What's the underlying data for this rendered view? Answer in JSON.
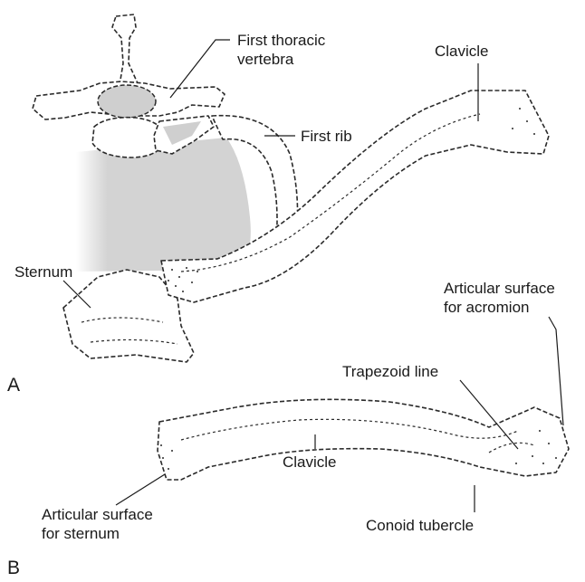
{
  "panel_a": {
    "letter": "A",
    "labels": {
      "first_thoracic_vertebra": "First thoracic\nvertebra",
      "first_rib": "First rib",
      "clavicle": "Clavicle",
      "sternum": "Sternum"
    }
  },
  "panel_b": {
    "letter": "B",
    "labels": {
      "articular_surface_acromion": "Articular surface\nfor acromion",
      "trapezoid_line": "Trapezoid line",
      "clavicle": "Clavicle",
      "articular_surface_sternum": "Articular surface\nfor sternum",
      "conoid_tubercle": "Conoid tubercle"
    }
  },
  "colors": {
    "thoracic_cavity_fill": "#d3d3d3",
    "line": "#2a2a2a"
  }
}
